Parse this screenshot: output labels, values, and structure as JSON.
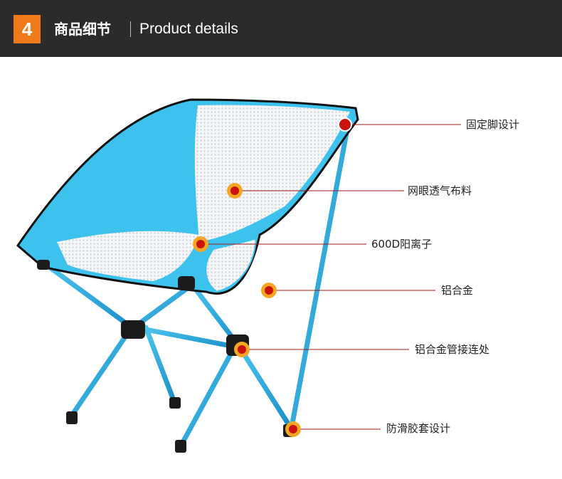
{
  "header": {
    "number": "4",
    "title_cn": "商品细节",
    "title_en": "Product details"
  },
  "callouts": [
    {
      "label": "固定脚设计"
    },
    {
      "label": "网眼透气布料"
    },
    {
      "label": "600D阳离子"
    },
    {
      "label": "铝合金"
    },
    {
      "label": "铝合金管接连处"
    },
    {
      "label": "防滑胶套设计"
    }
  ],
  "colors": {
    "header_bg": "#2b2b2b",
    "badge": "#f07a17",
    "marker_ring": "#f5a623",
    "marker_dot": "#cc1111",
    "leader_line": "#a01818",
    "fabric_blue": "#3cc2ec",
    "frame_blue": "#1f9fd8"
  },
  "icons": [
    "chair-product-image",
    "callout-marker-icon"
  ]
}
